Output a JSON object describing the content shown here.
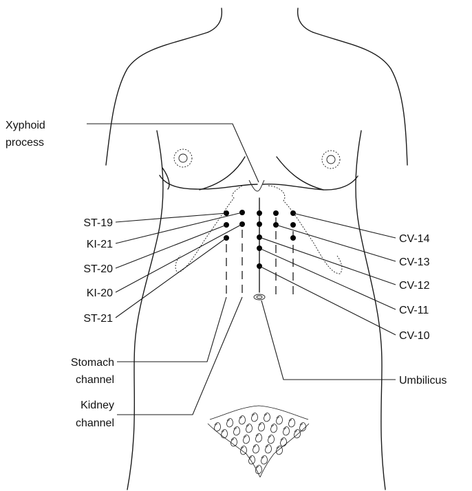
{
  "labels": {
    "xyphoid_1": "Xyphoid",
    "xyphoid_2": "process",
    "st19": "ST-19",
    "ki21": "KI-21",
    "st20": "ST-20",
    "ki20": "KI-20",
    "st21": "ST-21",
    "stomach_1": "Stomach",
    "stomach_2": "channel",
    "kidney_1": "Kidney",
    "kidney_2": "channel",
    "cv14": "CV-14",
    "cv13": "CV-13",
    "cv12": "CV-12",
    "cv11": "CV-11",
    "cv10": "CV-10",
    "umbilicus": "Umbilicus"
  },
  "colors": {
    "ink": "#1a1a1a",
    "background": "#ffffff"
  }
}
